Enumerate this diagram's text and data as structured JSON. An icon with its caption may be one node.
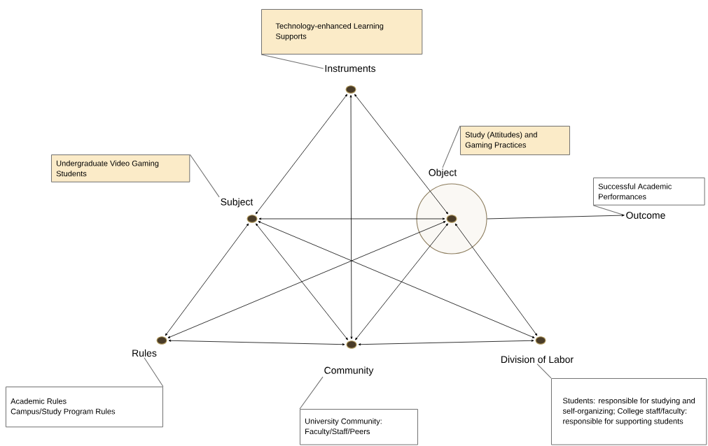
{
  "diagram": {
    "nodes": [
      {
        "text": [
          "Technology-enhanced Learning Supports"
        ]
      },
      {
        "text": [
          "Instruments"
        ]
      },
      {
        "text": [],
        "shape": "circle"
      },
      {
        "text": [
          "Study (Attitudes) and Gaming Practices"
        ]
      },
      {
        "text": [
          "Undergraduate Video Gaming Students"
        ]
      },
      {
        "text": [
          "Object"
        ]
      },
      {
        "text": [
          "Successful Academic Performances"
        ]
      },
      {
        "text": [
          "Subject"
        ]
      },
      {
        "text": [],
        "shape": "circle"
      },
      {
        "text": [],
        "shape": "circle"
      },
      {
        "text": [],
        "shape": "circle",
        "in": 9
      },
      {
        "text": [
          "Outcome"
        ]
      },
      {
        "text": [],
        "shape": "circle"
      },
      {
        "text": [],
        "shape": "circle"
      },
      {
        "text": [],
        "shape": "circle"
      },
      {
        "text": [
          "Rules"
        ]
      },
      {
        "text": [
          "Division of Labor"
        ]
      },
      {
        "text": [
          "Community"
        ]
      },
      {
        "text": [
          "Academic Rules",
          "Campus/Study Program Rules"
        ]
      },
      {
        "text": [
          "University Community: Faculty/Staff/Peers"
        ]
      },
      {
        "text": [
          "Students:  responsible for studying and self-organizing; College staff/faculty: responsible for supporting students"
        ]
      }
    ],
    "edges": [
      {
        "from": 0,
        "to": 1,
        "arrow": "none",
        "color": "#707070"
      },
      {
        "from": 4,
        "to": 7,
        "arrow": "none",
        "color": "#707070"
      },
      {
        "from": 3,
        "to": 5,
        "arrow": "none",
        "color": "#707070"
      },
      {
        "from": 6,
        "to": 11,
        "arrow": "none",
        "color": "#707070"
      },
      {
        "from": 18,
        "to": 15,
        "arrow": "none",
        "color": "#707070"
      },
      {
        "from": 19,
        "to": 17,
        "arrow": "none",
        "color": "#707070"
      },
      {
        "from": 20,
        "to": 16,
        "arrow": "none",
        "color": "#707070"
      },
      {
        "from": 2,
        "to": 8,
        "arrow": "both"
      },
      {
        "from": 2,
        "to": 10,
        "arrow": "both"
      },
      {
        "from": 2,
        "to": 13,
        "arrow": "both"
      },
      {
        "from": 8,
        "to": 10,
        "arrow": "both"
      },
      {
        "from": 8,
        "to": 12,
        "arrow": "both"
      },
      {
        "from": 8,
        "to": 13,
        "arrow": "both"
      },
      {
        "from": 8,
        "to": 14,
        "arrow": "both"
      },
      {
        "from": 10,
        "to": 12,
        "arrow": "both"
      },
      {
        "from": 10,
        "to": 13,
        "arrow": "both"
      },
      {
        "from": 10,
        "to": 14,
        "arrow": "both"
      },
      {
        "from": 12,
        "to": 13,
        "arrow": "both"
      },
      {
        "from": 13,
        "to": 14,
        "arrow": "both"
      },
      {
        "from": 9,
        "to": 11,
        "arrow": "to"
      }
    ]
  }
}
